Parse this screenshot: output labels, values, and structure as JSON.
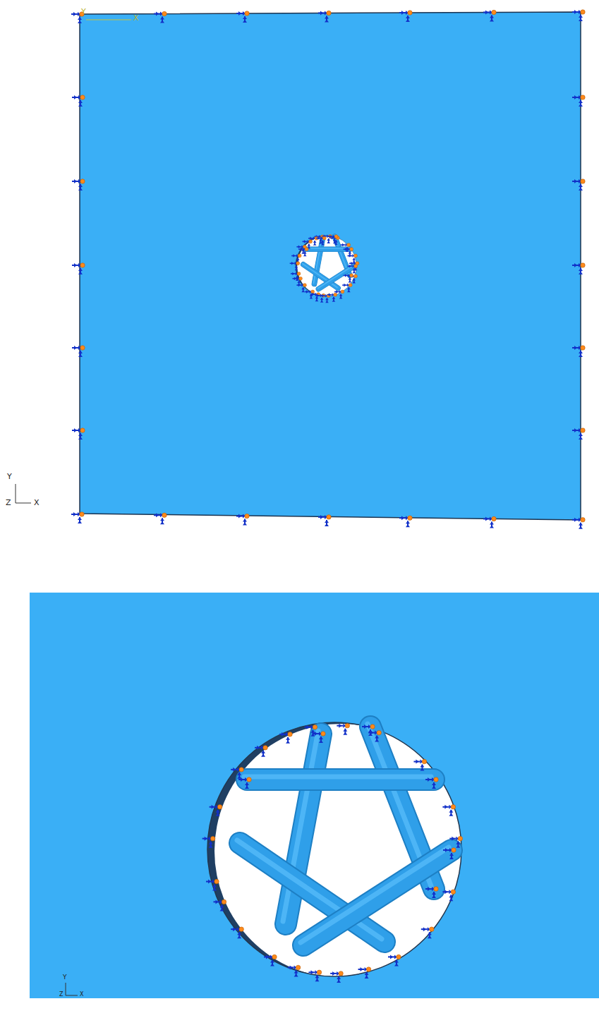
{
  "diagram": {
    "labels": [
      "Y",
      "X",
      "Y",
      "Z",
      "X",
      "Y",
      "Z",
      "X"
    ]
  }
}
